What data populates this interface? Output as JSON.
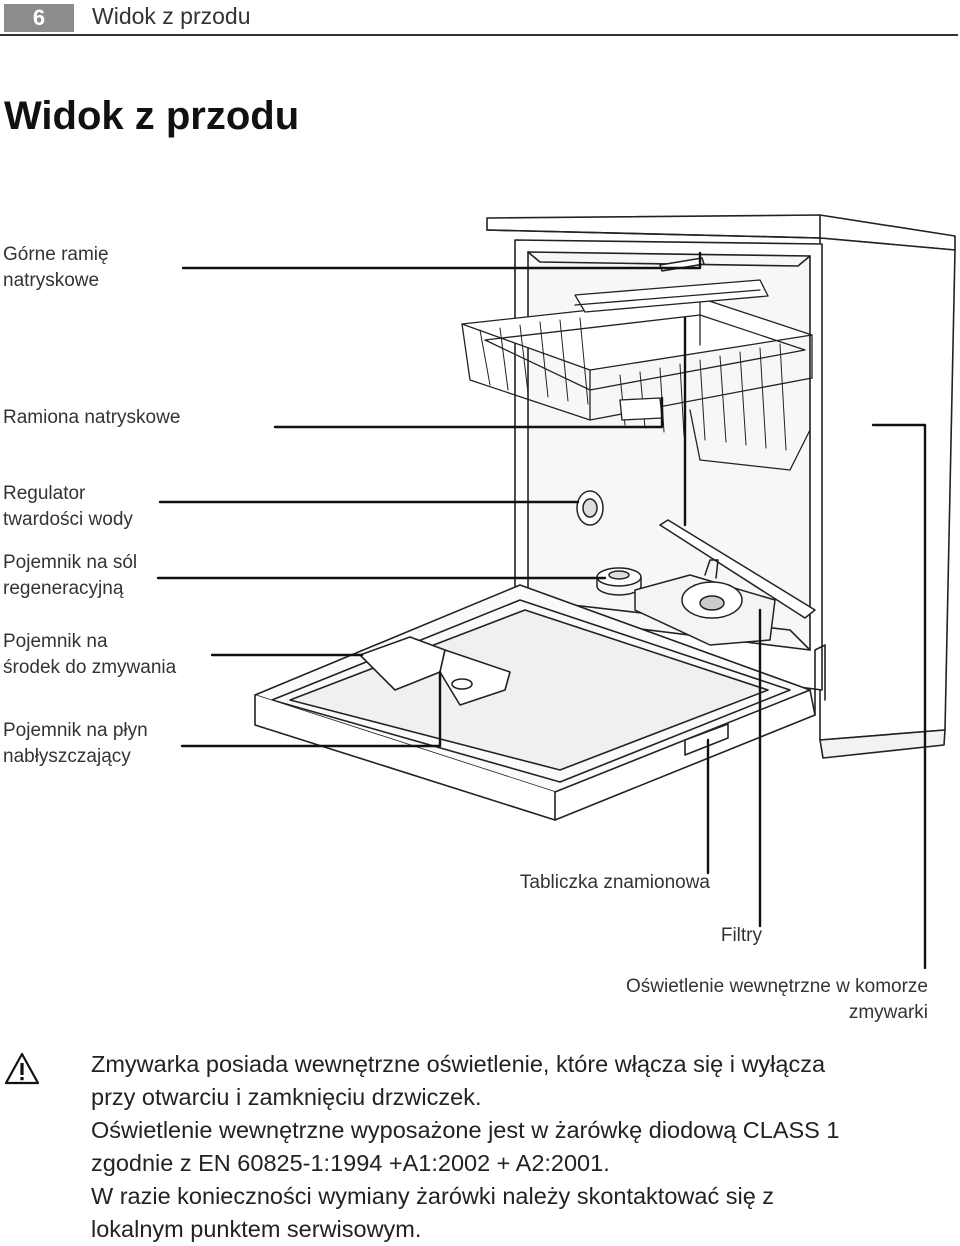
{
  "header": {
    "page_number": "6",
    "section_title": "Widok z przodu"
  },
  "page_title": "Widok z przodu",
  "labels": {
    "upper_spray_arm": [
      "Górne ramię",
      "natryskowe"
    ],
    "spray_arms": [
      "Ramiona natryskowe"
    ],
    "water_softener": [
      "Regulator",
      "twardości wody"
    ],
    "salt_container": [
      "Pojemnik na sól",
      "regeneracyjną"
    ],
    "detergent_dispenser": [
      "Pojemnik na",
      "środek do zmywania"
    ],
    "rinse_aid_dispenser": [
      "Pojemnik na płyn",
      "nabłyszczający"
    ],
    "rating_plate": "Tabliczka znamionowa",
    "filters": "Filtry",
    "interior_light": [
      "Oświetlenie wewnętrzne w komorze",
      "zmywarki"
    ]
  },
  "notice": {
    "icon": "warning-triangle-icon",
    "lines": [
      "Zmywarka posiada wewnętrzne oświetlenie, które włącza się i wyłącza",
      "przy otwarciu i zamknięciu drzwiczek.",
      "Oświetlenie wewnętrzne wyposażone jest w żarówkę diodową CLASS 1",
      "zgodnie z EN 60825-1:1994 +A1:2002 + A2:2001.",
      "W razie konieczności wymiany żarówki należy skontaktować się z",
      "lokalnym punktem serwisowym."
    ]
  }
}
